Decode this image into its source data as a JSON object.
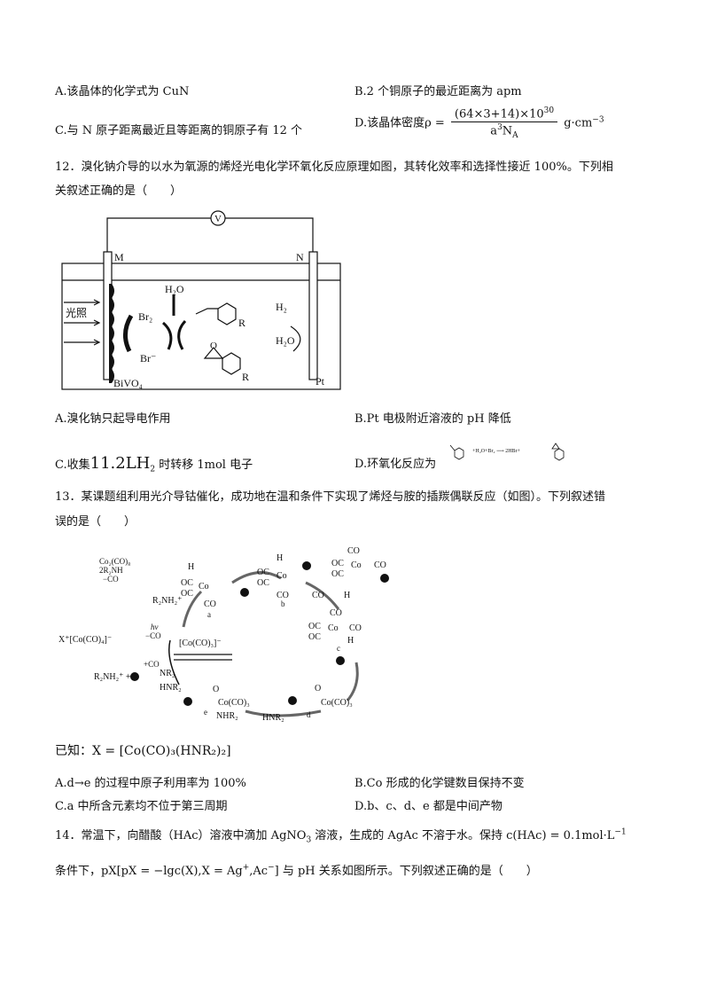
{
  "q11": {
    "optA": "A.该晶体的化学式为 CuN",
    "optB": "B.2 个铜原子的最近距离为 apm",
    "optC": "C.与 N 原子距离最近且等距离的铜原子有 12 个",
    "optD_prefix": "D.该晶体密度ρ =",
    "optD_num": "(64×3+14)×10",
    "optD_num_exp": "30",
    "optD_den": "a",
    "optD_den_exp": "3",
    "optD_den_rest": "N",
    "optD_den_sub": "A",
    "optD_unit": "g·cm",
    "optD_unit_exp": "−3"
  },
  "q12": {
    "stem_line1": "12．溴化钠介导的以水为氧源的烯烃光电化学环氧化反应原理如图，其转化效率和选择性接近 100%。下列相",
    "stem_line2": "关叙述正确的是（　　）",
    "diagram": {
      "voltmeter": "V",
      "electrode_m": "M",
      "electrode_n": "N",
      "light": "光照",
      "br2": "Br₂",
      "br_minus": "Br⁻",
      "h2o_top": "H₂O",
      "r1": "R",
      "r2": "R",
      "o": "O",
      "h2": "H₂",
      "h2o_right": "H₂O",
      "bivo4": "BiVO₄",
      "pt": "Pt"
    },
    "optA": "A.溴化钠只起导电作用",
    "optB": "B.Pt 电极附近溶液的 pH 降低",
    "optC_pre": "C.收集",
    "optC_val": "11.2LH",
    "optC_sub": "2",
    "optC_post": " 时转移 1mol 电子",
    "optD": "D.环氧化反应为",
    "optD_eq": "+H₂O+Br₂ ⟶ 2HBr+"
  },
  "q13": {
    "stem_line1": "13．某课题组利用光介导钴催化，成功地在温和条件下实现了烯烃与胺的插羰偶联反应（如图）。下列叙述错",
    "stem_line2": "误的是（　　）",
    "diagram": {
      "co2co8": "Co₂(CO)₈",
      "r2nh": "2R₂NH",
      "minus_co_left": "−CO",
      "x_complex": "X⁺[Co(CO)₄]⁻",
      "hv": "hν",
      "minus_co": "−CO",
      "plus_co": "+CO",
      "co3_anion": "[Co(CO)₃]⁻",
      "r2nh2": "R₂NH₂⁺",
      "a": "a",
      "b": "b",
      "c": "c",
      "d": "d",
      "e": "e",
      "co_label": "CO",
      "oc_label": "OC",
      "co_atom": "Co",
      "h_label": "H",
      "co3_group": "Co(CO)₃",
      "hnr2": "HNR₂",
      "nhr2": "NHR₂",
      "nr2": "NR₂",
      "o_label": "O",
      "product_prefix": "R₂NH₂⁺ +"
    },
    "known": "已知：X = [Co(CO)₃(HNR₂)₂]",
    "optA": "A.d→e 的过程中原子利用率为 100%",
    "optB": "B.Co 形成的化学键数目保持不变",
    "optC": "C.a 中所含元素均不位于第三周期",
    "optD": "D.b、c、d、e 都是中间产物"
  },
  "q14": {
    "stem_line1_a": "14．常温下，向醋酸（HAc）溶液中滴加 AgNO",
    "stem_line1_sub": "3",
    "stem_line1_b": " 溶液，生成的 AgAc 不溶于水。保持 c(HAc) = 0.1mol·L",
    "stem_line1_exp": "−1",
    "stem_line2_a": "条件下，pX[pX = −lgc(X),X = Ag",
    "stem_line2_exp1": "+",
    "stem_line2_b": ",Ac",
    "stem_line2_exp2": "−",
    "stem_line2_c": "] 与 pH 关系如图所示。下列叙述正确的是（　　）"
  }
}
